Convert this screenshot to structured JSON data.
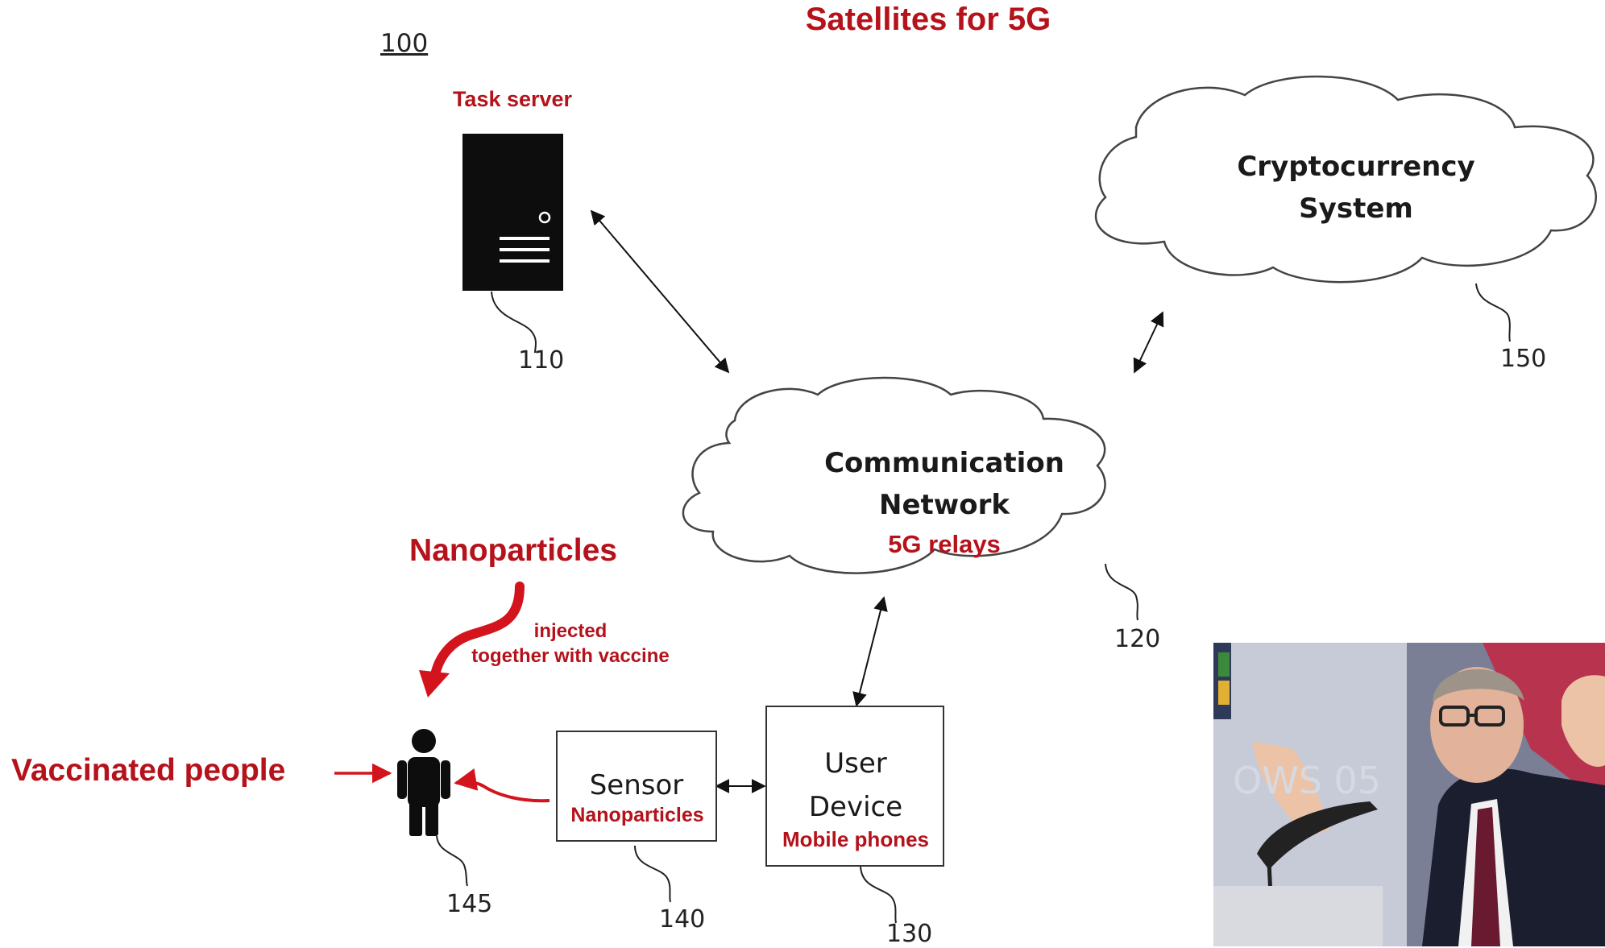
{
  "title": "Satellites for 5G",
  "figure_number": "100",
  "task_server": {
    "label": "Task server",
    "ref": "110"
  },
  "crypto": {
    "line1": "Cryptocurrency",
    "line2": "System",
    "ref": "150"
  },
  "network": {
    "line1": "Communication",
    "line2": "Network",
    "sublabel": "5G relays",
    "ref": "120"
  },
  "user_device": {
    "line1": "User",
    "line2": "Device",
    "sublabel": "Mobile phones",
    "ref": "130"
  },
  "sensor": {
    "line1": "Sensor",
    "sublabel": "Nanoparticles",
    "ref": "140"
  },
  "person": {
    "ref": "145"
  },
  "nanoparticles": {
    "label": "Nanoparticles",
    "note_line1": "injected",
    "note_line2": "together with vaccine"
  },
  "vaccinated": {
    "label": "Vaccinated people"
  },
  "photo_sign_text": "OWS 05",
  "colors": {
    "annotation": "#b5121b",
    "line": "#222222"
  }
}
